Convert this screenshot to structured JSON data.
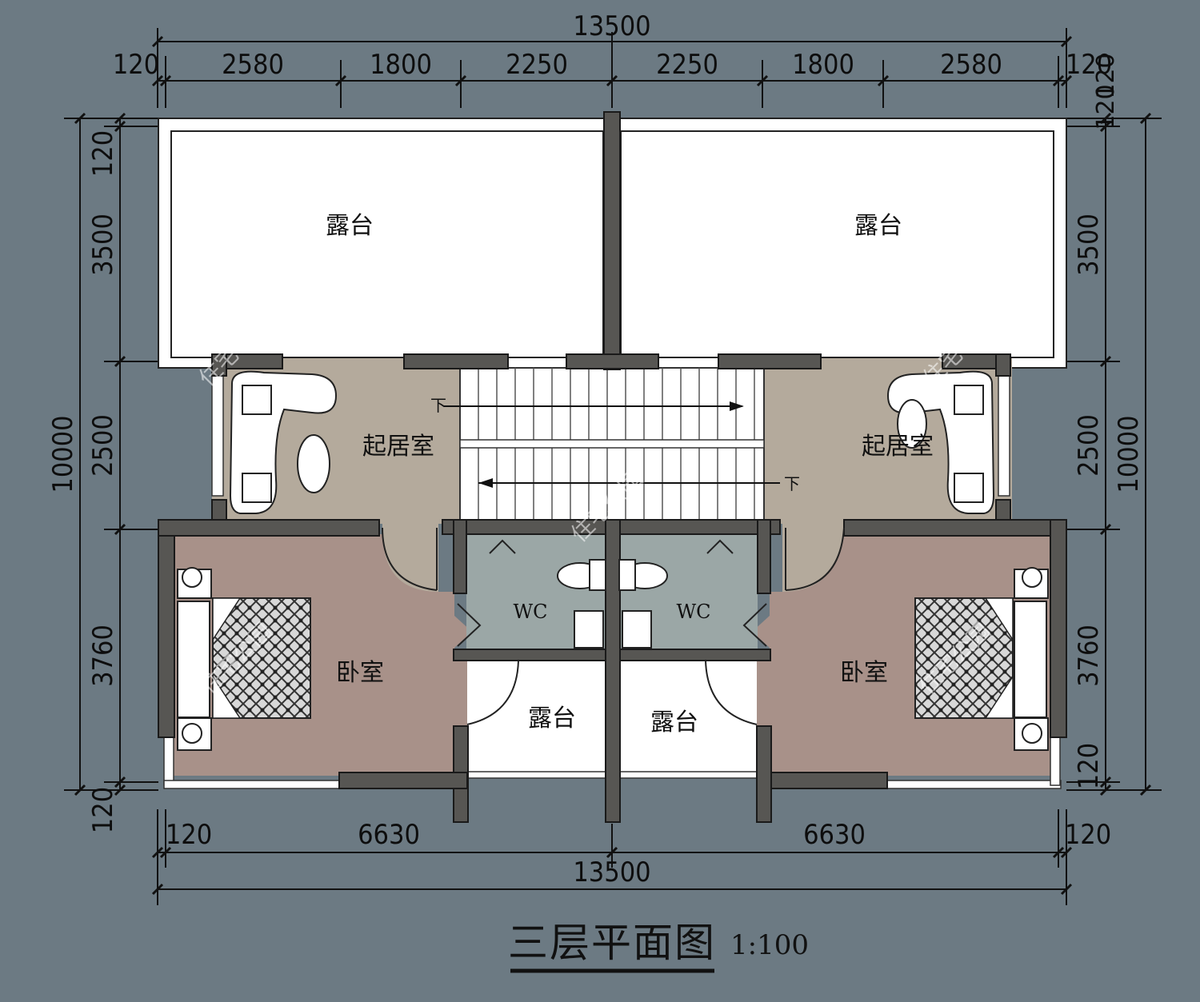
{
  "drawing": {
    "title": "三层平面图",
    "scale": "1:100",
    "watermark": "住宅公园"
  },
  "dimensions": {
    "top_total": "13500",
    "top_segments": [
      "120",
      "2580",
      "1800",
      "2250",
      "2250",
      "1800",
      "2580",
      "120"
    ],
    "bottom_total": "13500",
    "bottom_segments": [
      "120",
      "6630",
      "6630",
      "120"
    ],
    "left_total": "10000",
    "left_segments": [
      "120",
      "3500",
      "2500",
      "3760",
      "120"
    ],
    "right_total": "10000",
    "right_segments": [
      "120",
      "120",
      "3500",
      "2500",
      "3760",
      "120"
    ]
  },
  "rooms": {
    "terrace_top_left": "露台",
    "terrace_top_right": "露台",
    "living_left": "起居室",
    "living_right": "起居室",
    "bedroom_left": "卧室",
    "bedroom_right": "卧室",
    "wc_left": "WC",
    "wc_right": "WC",
    "terrace_bottom_left": "露台",
    "terrace_bottom_right": "露台"
  },
  "stairs": {
    "down_upper": "下",
    "down_lower": "下"
  },
  "colors": {
    "background": "#6c7a83",
    "living": "#b4aa9c",
    "bedroom": "#a89189",
    "wc": "#9ba7a6",
    "terrace": "#ffffff",
    "wall": "#575653"
  }
}
